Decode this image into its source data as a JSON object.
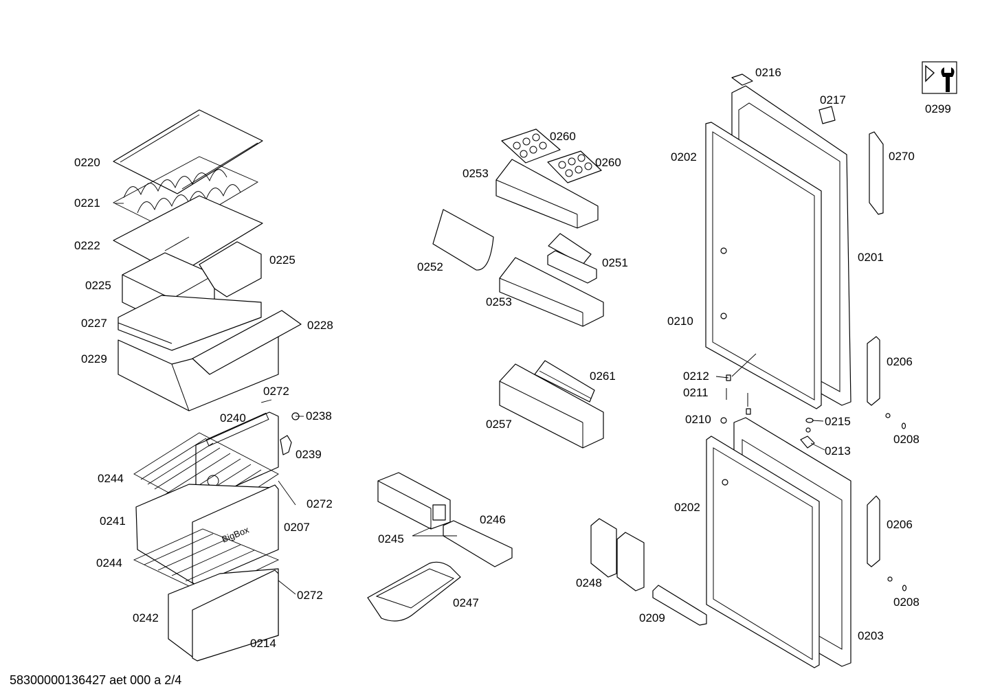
{
  "labels": {
    "l0220": "0220",
    "l0221": "0221",
    "l0222": "0222",
    "l0225a": "0225",
    "l0225b": "0225",
    "l0227": "0227",
    "l0228": "0228",
    "l0229": "0229",
    "l0272a": "0272",
    "l0240": "0240",
    "l0238": "0238",
    "l0239": "0239",
    "l0244a": "0244",
    "l0272b": "0272",
    "l0241": "0241",
    "l0207": "0207",
    "l0244b": "0244",
    "l0272c": "0272",
    "l0242": "0242",
    "l0214": "0214",
    "l0260a": "0260",
    "l0260b": "0260",
    "l0253a": "0253",
    "l0252": "0252",
    "l0251": "0251",
    "l0253b": "0253",
    "l0261": "0261",
    "l0257": "0257",
    "l0246": "0246",
    "l0245": "0245",
    "l0247": "0247",
    "l0248": "0248",
    "l0209": "0209",
    "l0216": "0216",
    "l0217": "0217",
    "l0202a": "0202",
    "l0270": "0270",
    "l0201": "0201",
    "l0210a": "0210",
    "l0206a": "0206",
    "l0212": "0212",
    "l0211": "0211",
    "l0210b": "0210",
    "l0215": "0215",
    "l0208a": "0208",
    "l0213": "0213",
    "l0202b": "0202",
    "l0206b": "0206",
    "l0208b": "0208",
    "l0203": "0203",
    "l0299": "0299"
  },
  "box_text": "BigBox",
  "footer": "58300000136427 aet 000 a 2/4",
  "icons": {
    "service": "service-wrench-icon"
  }
}
